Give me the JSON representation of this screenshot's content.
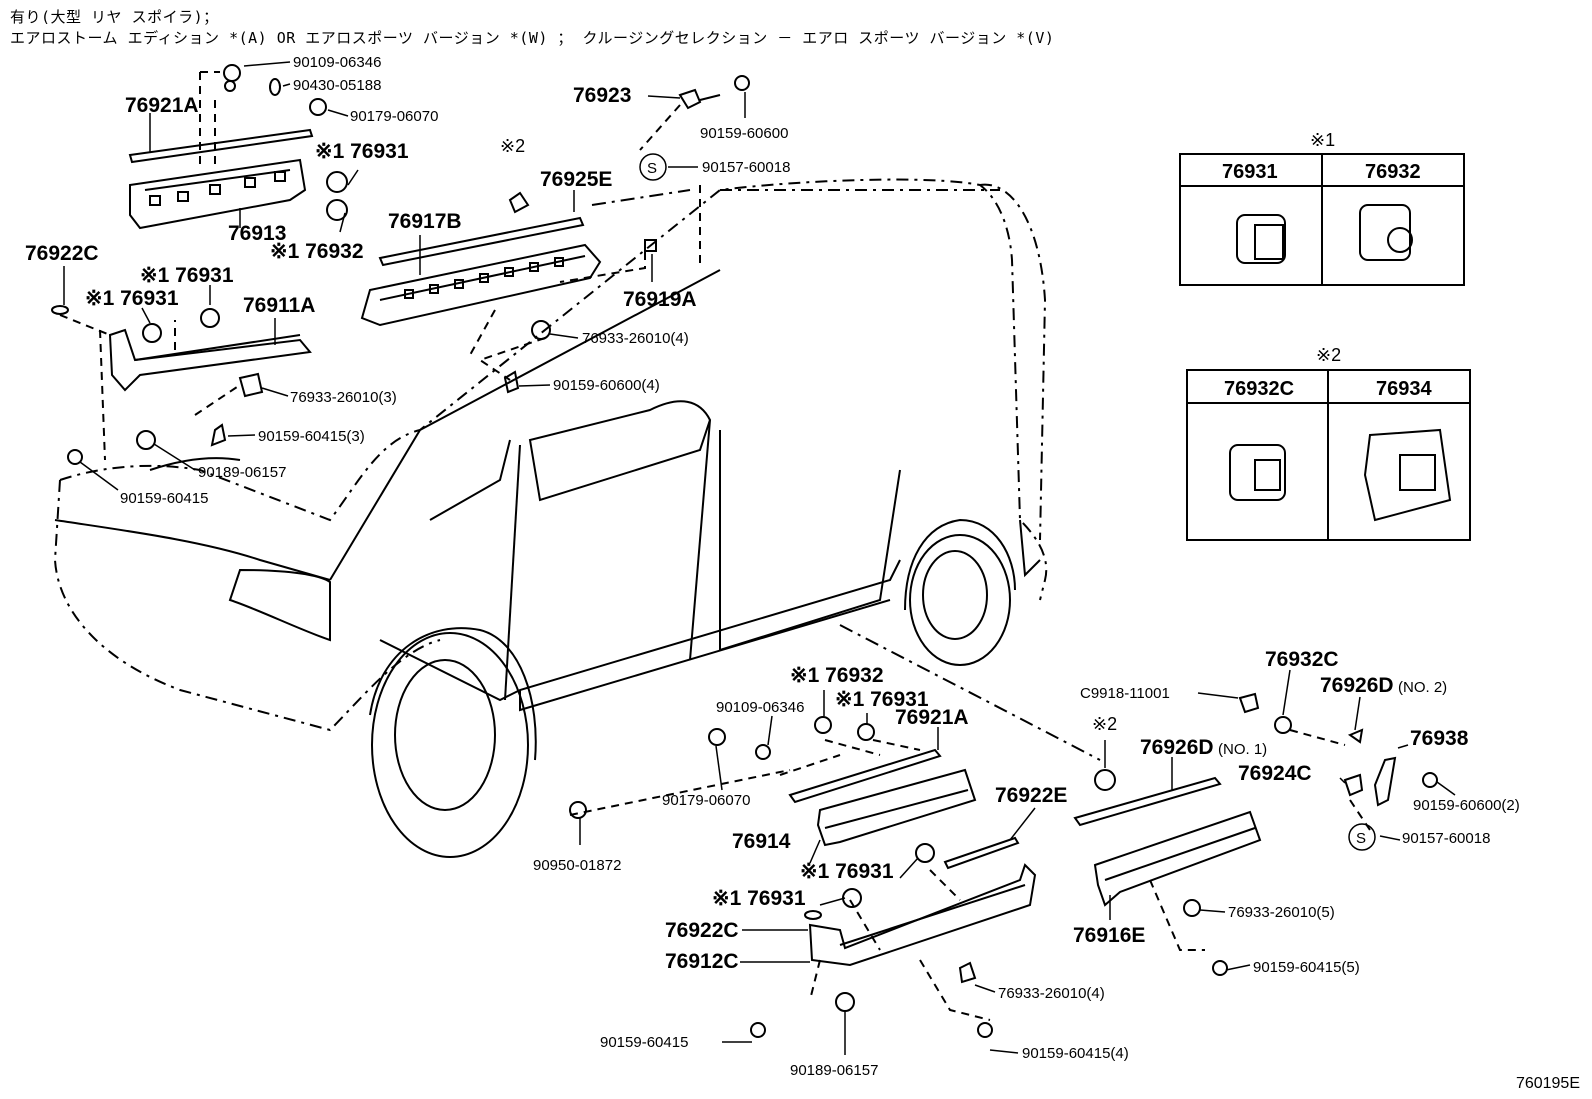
{
  "header": {
    "line1": "有り(大型 リヤ スポイラ)；",
    "line2": "エアロストーム エディション *(A) OR エアロスポーツ バージョン *(W) ； クルージングセレクション － エアロ スポーツ バージョン *(V)"
  },
  "legend1": {
    "mark": "※1",
    "col1": "76931",
    "col2": "76932"
  },
  "legend2": {
    "mark": "※2",
    "col1": "76932C",
    "col2": "76934"
  },
  "labels": {
    "l_76921A_top": "76921A",
    "l_90109_06346_top": "90109-06346",
    "l_90430_05188": "90430-05188",
    "l_90179_06070_top": "90179-06070",
    "l_76931_a": "※1 76931",
    "l_76913": "76913",
    "l_76932_a": "※1 76932",
    "l_76922C_top": "76922C",
    "l_76931_b": "※1 76931",
    "l_76931_c": "※1 76931",
    "l_76911A": "76911A",
    "l_76933_3": "76933-26010(3)",
    "l_90159_60415_3": "90159-60415(3)",
    "l_90189_06157_top": "90189-06157",
    "l_90159_60415_top": "90159-60415",
    "l_76923": "76923",
    "l_90159_60600_top": "90159-60600",
    "l_90157_60018_top": "90157-60018",
    "l_s_top": "S",
    "l_mark2_top": "※2",
    "l_76925E": "76925E",
    "l_76917B": "76917B",
    "l_76919A": "76919A",
    "l_76933_4_top": "76933-26010(4)",
    "l_90159_60600_4": "90159-60600(4)",
    "l_76932_b": "※1 76932",
    "l_90109_06346_b": "90109-06346",
    "l_76931_d": "※1 76931",
    "l_76921A_b": "76921A",
    "l_90179_06070_b": "90179-06070",
    "l_76914": "76914",
    "l_76922E": "76922E",
    "l_76931_e": "※1 76931",
    "l_90950_01872": "90950-01872",
    "l_76931_f": "※1 76931",
    "l_76922C_b": "76922C",
    "l_76912C": "76912C",
    "l_90159_60415_b": "90159-60415",
    "l_90189_06157_b": "90189-06157",
    "l_76933_4_b": "76933-26010(4)",
    "l_90159_60415_4": "90159-60415(4)",
    "l_mark2_b": "※2",
    "l_76926D_1": "76926D",
    "l_no1": "(NO. 1)",
    "l_C9918": "C9918-11001",
    "l_76932C": "76932C",
    "l_76926D_2": "76926D",
    "l_no2": "(NO. 2)",
    "l_76938": "76938",
    "l_76924C": "76924C",
    "l_90159_60600_2": "90159-60600(2)",
    "l_s_b": "S",
    "l_90157_60018_b": "90157-60018",
    "l_76916E": "76916E",
    "l_76933_5": "76933-26010(5)",
    "l_90159_60415_5": "90159-60415(5)"
  },
  "figure_code": "760195E"
}
